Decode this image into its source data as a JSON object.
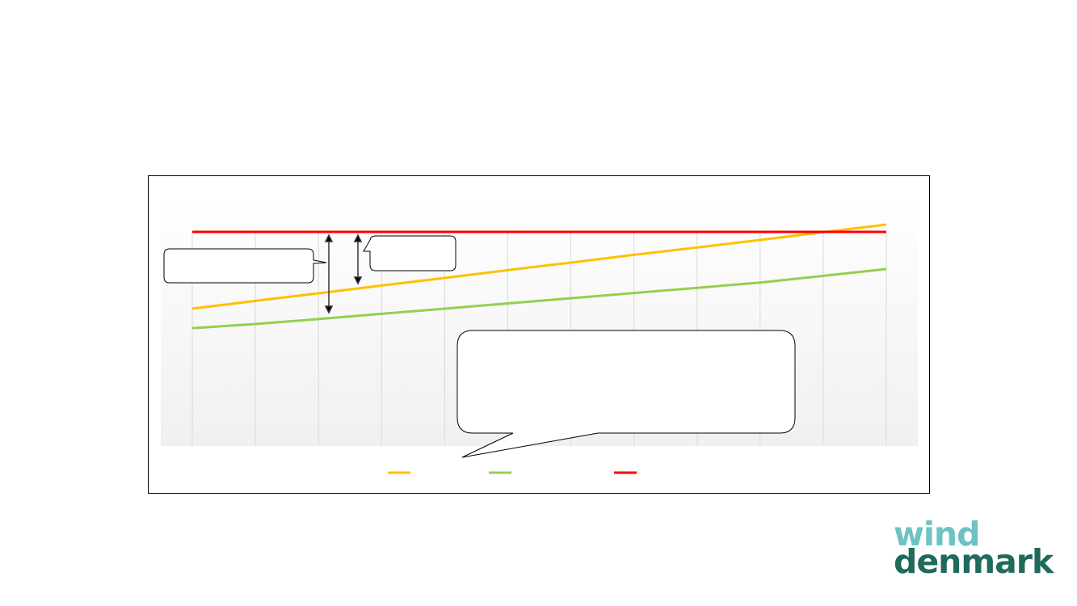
{
  "logo": {
    "line1": "wind",
    "line2": "denmark",
    "colors": {
      "dark": "#1f6a5c",
      "light": "#6cc3c4"
    }
  },
  "chart_data": {
    "type": "line",
    "title": "",
    "xlabel": "",
    "ylabel": "",
    "x": [
      0,
      1,
      2,
      3,
      4,
      5,
      6,
      7,
      8,
      9,
      10,
      11
    ],
    "ylim": [
      0,
      100
    ],
    "grid": "vertical",
    "legend": "bottom",
    "series": [
      {
        "name": "",
        "color": "#ffc000",
        "values": [
          52.8,
          55.8,
          58.7,
          61.7,
          64.6,
          67.6,
          70.5,
          73.5,
          76.3,
          79.2,
          82.2,
          85.1
        ]
      },
      {
        "name": "",
        "color": "#92d050",
        "values": [
          45.3,
          46.9,
          48.8,
          50.8,
          52.8,
          54.8,
          56.8,
          58.8,
          60.8,
          62.8,
          65.4,
          68.0
        ]
      },
      {
        "name": "",
        "color": "#ff0000",
        "values": [
          82.3,
          82.3,
          82.3,
          82.3,
          82.3,
          82.3,
          82.3,
          82.3,
          82.3,
          82.3,
          82.3,
          82.3
        ]
      }
    ]
  }
}
